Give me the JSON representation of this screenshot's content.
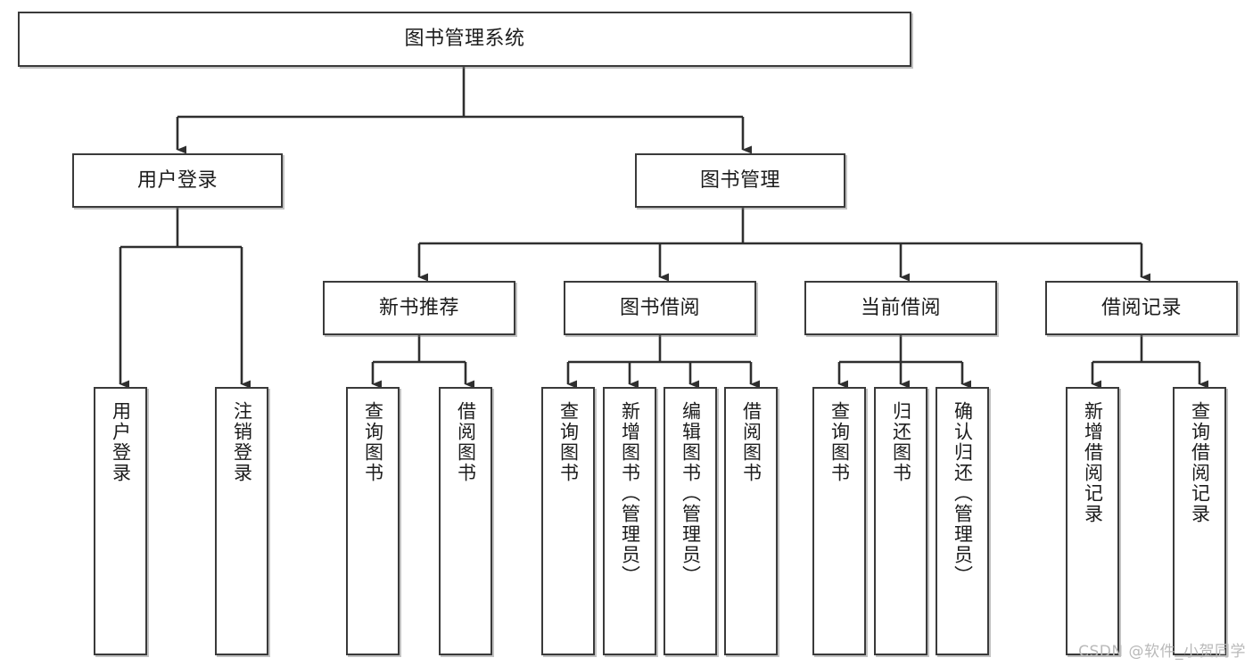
{
  "diagram": {
    "title": "图书管理系统",
    "type": "tree-hierarchy",
    "watermark": "CSDN @软件_小贺同学",
    "colors": {
      "box_border": "#3a3a3a",
      "box_fill": "#ffffff",
      "edge": "#2f2f2f",
      "text": "#1c1c1c",
      "watermark": "#b9b9b9",
      "page_background": "#ffffff"
    },
    "root": {
      "id": "root",
      "label": "图书管理系统"
    },
    "level2": [
      {
        "id": "user-login",
        "label": "用户登录"
      },
      {
        "id": "book-management",
        "label": "图书管理"
      }
    ],
    "level3": [
      {
        "id": "new-book-recommend",
        "label": "新书推荐",
        "parent": "book-management"
      },
      {
        "id": "book-borrow",
        "label": "图书借阅",
        "parent": "book-management"
      },
      {
        "id": "current-borrow",
        "label": "当前借阅",
        "parent": "book-management"
      },
      {
        "id": "borrow-record",
        "label": "借阅记录",
        "parent": "book-management"
      }
    ],
    "leaves": [
      {
        "id": "leaf-user-login",
        "label": "用户登录",
        "parent": "user-login"
      },
      {
        "id": "leaf-user-logout",
        "label": "注销登录",
        "parent": "user-login"
      },
      {
        "id": "leaf-query-book-1",
        "label": "查询图书",
        "parent": "new-book-recommend"
      },
      {
        "id": "leaf-borrow-book-1",
        "label": "借阅图书",
        "parent": "new-book-recommend"
      },
      {
        "id": "leaf-query-book-2",
        "label": "查询图书",
        "parent": "book-borrow"
      },
      {
        "id": "leaf-add-book",
        "label": "新增图书（管理员）",
        "parent": "book-borrow"
      },
      {
        "id": "leaf-edit-book",
        "label": "编辑图书（管理员）",
        "parent": "book-borrow"
      },
      {
        "id": "leaf-borrow-book-2",
        "label": "借阅图书",
        "parent": "book-borrow"
      },
      {
        "id": "leaf-query-book-3",
        "label": "查询图书",
        "parent": "current-borrow"
      },
      {
        "id": "leaf-return-book",
        "label": "归还图书",
        "parent": "current-borrow"
      },
      {
        "id": "leaf-confirm-return",
        "label": "确认归还（管理员）",
        "parent": "current-borrow"
      },
      {
        "id": "leaf-add-record",
        "label": "新增借阅记录",
        "parent": "borrow-record"
      },
      {
        "id": "leaf-query-record",
        "label": "查询借阅记录",
        "parent": "borrow-record"
      }
    ]
  }
}
